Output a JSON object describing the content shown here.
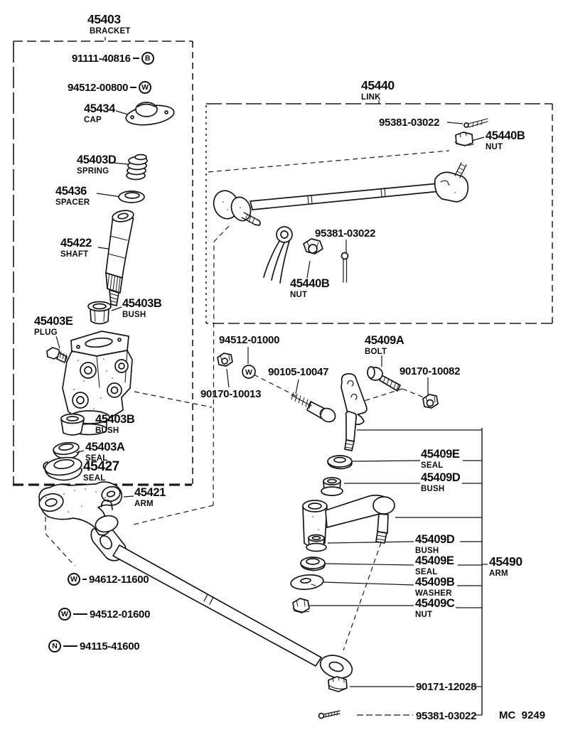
{
  "page": {
    "stamp": "MC  9249"
  },
  "groups": {
    "bracket": {
      "code": "45403",
      "name": "BRACKET"
    },
    "link": {
      "code": "45440",
      "name": "LINK"
    },
    "arm": {
      "code": "45490",
      "name": "ARM"
    }
  },
  "parts": {
    "bolt_b": {
      "code": "91111-40816",
      "marker": "B"
    },
    "washer_00800": {
      "code": "94512-00800",
      "marker": "W"
    },
    "cap": {
      "code": "45434",
      "name": "CAP"
    },
    "spring": {
      "code": "45403D",
      "name": "SPRING"
    },
    "spacer": {
      "code": "45436",
      "name": "SPACER"
    },
    "shaft": {
      "code": "45422",
      "name": "SHAFT"
    },
    "bush_upper": {
      "code": "45403B",
      "name": "BUSH"
    },
    "plug": {
      "code": "45403E",
      "name": "PLUG"
    },
    "bush_lower": {
      "code": "45403B",
      "name": "BUSH"
    },
    "seal_a": {
      "code": "45403A",
      "name": "SEAL"
    },
    "seal_27": {
      "code": "45427",
      "name": "SEAL"
    },
    "pitman_arm": {
      "code": "45421",
      "name": "ARM"
    },
    "pin_top": {
      "code": "95381-03022"
    },
    "nut_top": {
      "code": "45440B",
      "name": "NUT"
    },
    "pin_mid": {
      "code": "95381-03022"
    },
    "nut_mid": {
      "code": "45440B",
      "name": "NUT"
    },
    "washer_01000": {
      "code": "94512-01000",
      "marker": "W"
    },
    "nut_10013": {
      "code": "90170-10013"
    },
    "bolt_10047": {
      "code": "90105-10047"
    },
    "bolt_a": {
      "code": "45409A",
      "name": "BOLT"
    },
    "nut_10082": {
      "code": "90170-10082"
    },
    "seal_e1": {
      "code": "45409E",
      "name": "SEAL"
    },
    "bush_d1": {
      "code": "45409D",
      "name": "BUSH"
    },
    "bush_d2": {
      "code": "45409D",
      "name": "BUSH"
    },
    "seal_e2": {
      "code": "45409E",
      "name": "SEAL"
    },
    "washer_b": {
      "code": "45409B",
      "name": "WASHER"
    },
    "nut_c": {
      "code": "45409C",
      "name": "NUT"
    },
    "washer_11600": {
      "code": "94612-11600",
      "marker": "W"
    },
    "washer_01600": {
      "code": "94512-01600",
      "marker": "W"
    },
    "nut_41600": {
      "code": "94115-41600",
      "marker": "N"
    },
    "nut_12028": {
      "code": "90171-12028"
    },
    "pin_bottom": {
      "code": "95381-03022"
    }
  }
}
